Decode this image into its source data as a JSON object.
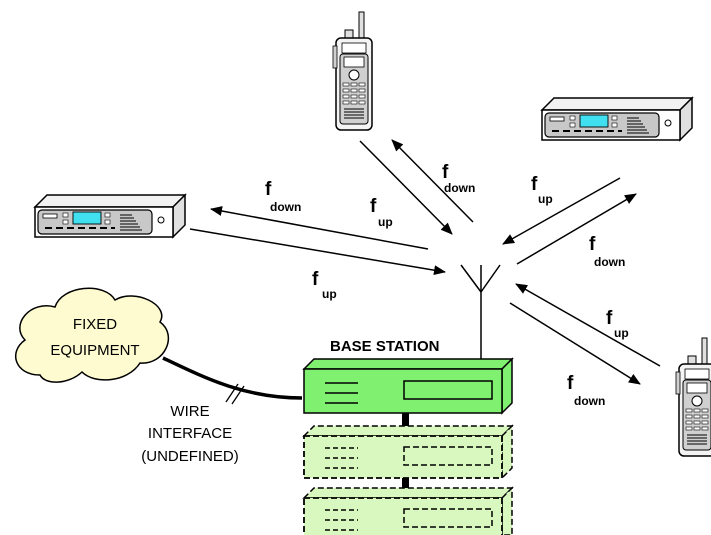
{
  "diagram": {
    "cloud": {
      "line1": "FIXED",
      "line2": "EQUIPMENT",
      "fill": "#fffbd0"
    },
    "base_station": {
      "label": "BASE STATION",
      "fill": "#80f070",
      "rack_fill": "#d8f8c0"
    },
    "wire_interface": {
      "line1": "WIRE",
      "line2": "INTERFACE",
      "line3": "(UNDEFINED)"
    },
    "freq_labels": {
      "f": "f",
      "down": "down",
      "up": "up"
    },
    "icons": [
      "handheld-radio-icon",
      "mobile-radio-icon",
      "antenna-icon",
      "cloud-icon",
      "base-station-icon"
    ]
  }
}
